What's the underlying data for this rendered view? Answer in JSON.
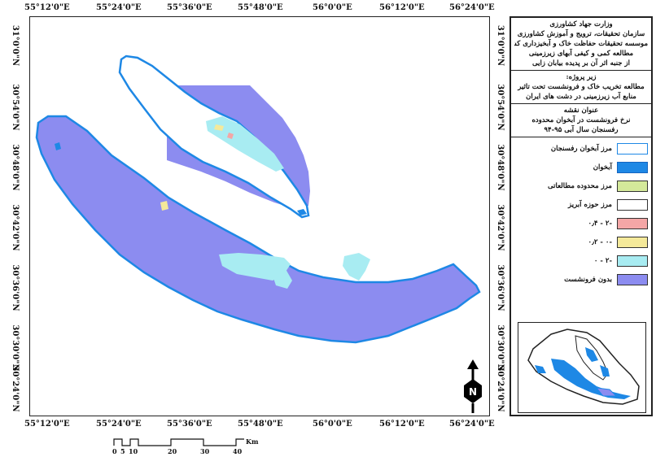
{
  "axes": {
    "top_ticks": [
      "55°12'0\"E",
      "55°24'0\"E",
      "55°36'0\"E",
      "55°48'0\"E",
      "56°0'0\"E",
      "56°12'0\"E",
      "56°24'0\"E"
    ],
    "bottom_ticks": [
      "55°12'0\"E",
      "55°24'0\"E",
      "55°36'0\"E",
      "55°48'0\"E",
      "56°0'0\"E",
      "56°12'0\"E",
      "56°24'0\"E"
    ],
    "left_ticks": [
      "31°0'0\"N",
      "30°54'0\"N",
      "30°48'0\"N",
      "30°42'0\"N",
      "30°36'0\"N",
      "30°30'0\"N",
      "30°24'0\"N"
    ],
    "right_ticks": [
      "31°0'0\"N",
      "30°54'0\"N",
      "30°48'0\"N",
      "30°42'0\"N",
      "30°36'0\"N",
      "30°30'0\"N",
      "30°24'0\"N"
    ]
  },
  "scale": {
    "labels": [
      "0",
      "5",
      "10",
      "20",
      "30",
      "40"
    ],
    "unit": "Km"
  },
  "legend": {
    "org_lines": [
      "وزارت جهاد کشاورزی",
      "سازمان تحقیقات، ترویج و آموزش کشاورزی",
      "موسسه تحقیقات حفاظت خاک و آبخیزداری کشور",
      "مطالعه کمی و کیفی آبهای زیرزمینی",
      "از جنبه اثر آن بر پدیده بیابان زایی"
    ],
    "subproject_title": "زیر پروژه:",
    "subproject_lines": [
      "مطالعه تخریب خاک و فرونشست تحت تاثیر",
      "منابع آب زیرزمینی در دشت های ایران"
    ],
    "map_title": "عنوان نقشه",
    "map_title_lines": [
      "نرخ فرونشست در آبخوان محدوده",
      "رفسنجان  سال آبی ۹۵-۹۴"
    ],
    "items": [
      {
        "label": "مرز آبخوان رفسنجان",
        "color": "#ffffff",
        "border": "#1e88e5"
      },
      {
        "label": "آبخوان",
        "color": "#1e88e5",
        "border": "#1565c0"
      },
      {
        "label": "مرز محدوده مطالعاتی",
        "color": "#d4e99a",
        "border": "#333333"
      },
      {
        "label": "مرز حوزه آبریز",
        "color": "#ffffff",
        "border": "#333333"
      },
      {
        "label": "-۲ - ۰٫۴",
        "color": "#f4a6a6",
        "border": "#333333"
      },
      {
        "label": "-۰ - ۰٫۲",
        "color": "#f4e99a",
        "border": "#333333"
      },
      {
        "label": "-۲ - ۰",
        "color": "#a8ecf2",
        "border": "#333333"
      },
      {
        "label": "بدون فرونشست",
        "color": "#8c8cf0",
        "border": "#333333"
      }
    ]
  },
  "colors": {
    "no_subsidence": "#8c8cf0",
    "aquifer_outline": "#1e88e5",
    "low_subsidence": "#a8ecf2",
    "mid_subsidence": "#f4e99a",
    "high_subsidence": "#f4a6a6"
  }
}
